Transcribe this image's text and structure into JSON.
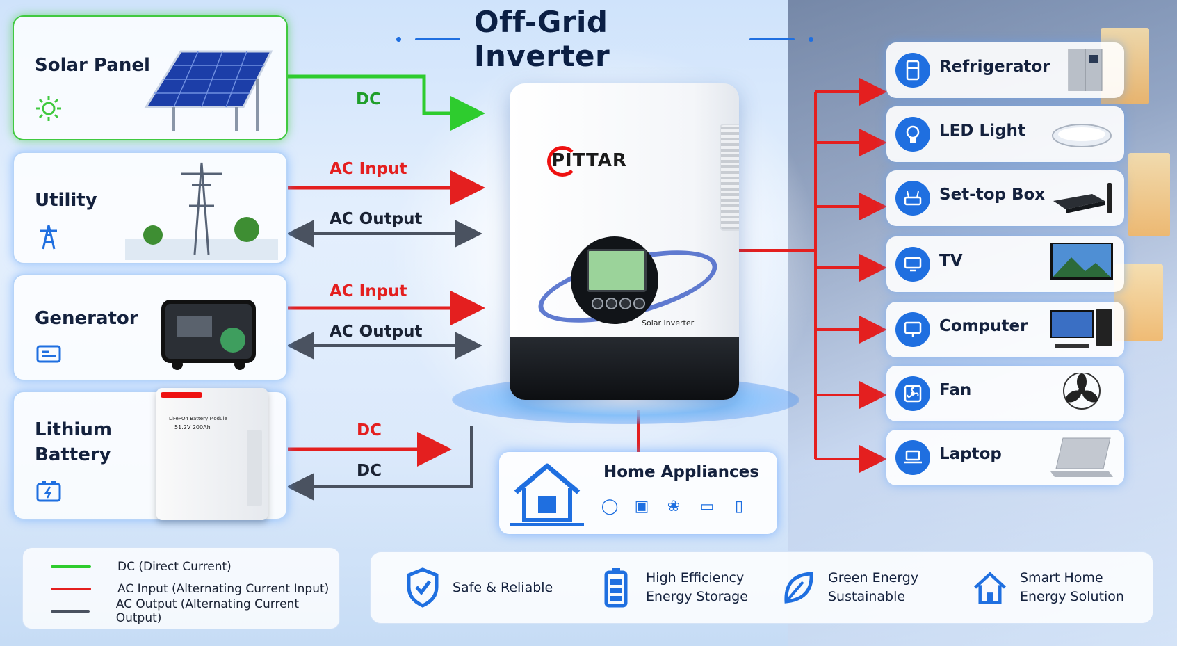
{
  "title": "Off-Grid Inverter",
  "sources": [
    {
      "label": "Solar Panel",
      "icon": "sun-icon"
    },
    {
      "label": "Utility",
      "icon": "tower-icon"
    },
    {
      "label": "Generator",
      "icon": "generator-icon"
    },
    {
      "label_line1": "Lithium",
      "label_line2": "Battery",
      "icon": "battery-icon"
    }
  ],
  "connections": {
    "solar_dc": "DC",
    "utility_ac_input": "AC Input",
    "utility_ac_output": "AC Output",
    "generator_ac_input": "AC Input",
    "generator_ac_output": "AC Output",
    "battery_dc_in": "DC",
    "battery_dc_out": "DC"
  },
  "inverter": {
    "brand": "PITTAR",
    "caption": "Solar Inverter",
    "battery_module_label": "LiFePO4 Battery Module",
    "battery_module_spec": "51.2V  200Ah"
  },
  "home": {
    "title": "Home Appliances",
    "mini_icons": [
      "bulb-icon",
      "tv-icon",
      "fan-icon",
      "laptop-icon",
      "fridge-icon"
    ]
  },
  "appliances": [
    {
      "label": "Refrigerator",
      "icon": "fridge-icon"
    },
    {
      "label": "LED Light",
      "icon": "bulb-icon"
    },
    {
      "label": "Set-top Box",
      "icon": "router-icon"
    },
    {
      "label": "TV",
      "icon": "tv-icon"
    },
    {
      "label": "Computer",
      "icon": "monitor-icon"
    },
    {
      "label": "Fan",
      "icon": "fan-icon"
    },
    {
      "label": "Laptop",
      "icon": "laptop-icon"
    }
  ],
  "legend": [
    {
      "label": "DC (Direct Current)",
      "color": "#2ecc2e"
    },
    {
      "label": "AC Input (Alternating Current Input)",
      "color": "#e41f1f"
    },
    {
      "label": "AC Output (Alternating Current Output)",
      "color": "#4a5260"
    }
  ],
  "features": [
    {
      "line1": "Safe & Reliable",
      "line2": "",
      "icon": "shield-icon"
    },
    {
      "line1": "High Efficiency",
      "line2": "Energy Storage",
      "icon": "battery-icon"
    },
    {
      "line1": "Green Energy",
      "line2": "Sustainable",
      "icon": "leaf-icon"
    },
    {
      "line1": "Smart Home",
      "line2": "Energy Solution",
      "icon": "smart-home-icon"
    }
  ],
  "colors": {
    "dc": "#2ecc2e",
    "ac_input": "#e41f1f",
    "ac_output": "#4a5260",
    "accent": "#1f6fe0"
  }
}
